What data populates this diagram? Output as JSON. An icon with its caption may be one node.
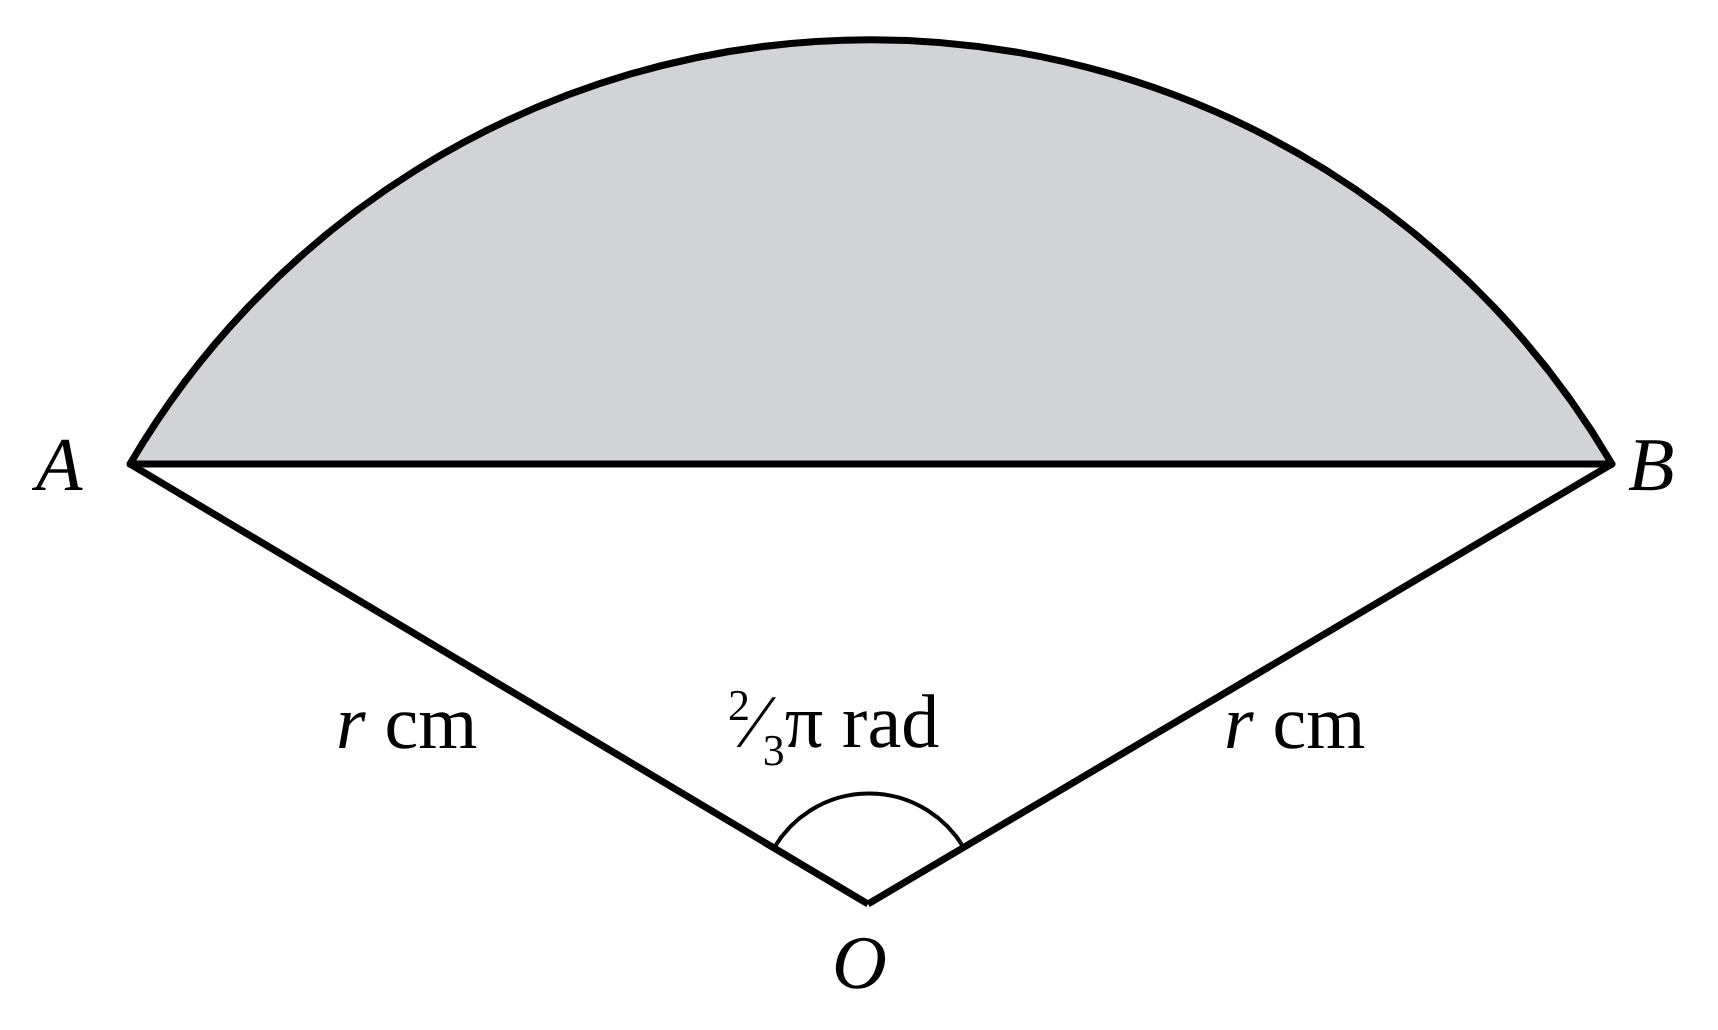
{
  "diagram": {
    "labels": [
      "A",
      "B",
      "*r* cm",
      "$^{2}$⁄$_{3}$π rad",
      "*r* cm",
      "O"
    ]
  }
}
